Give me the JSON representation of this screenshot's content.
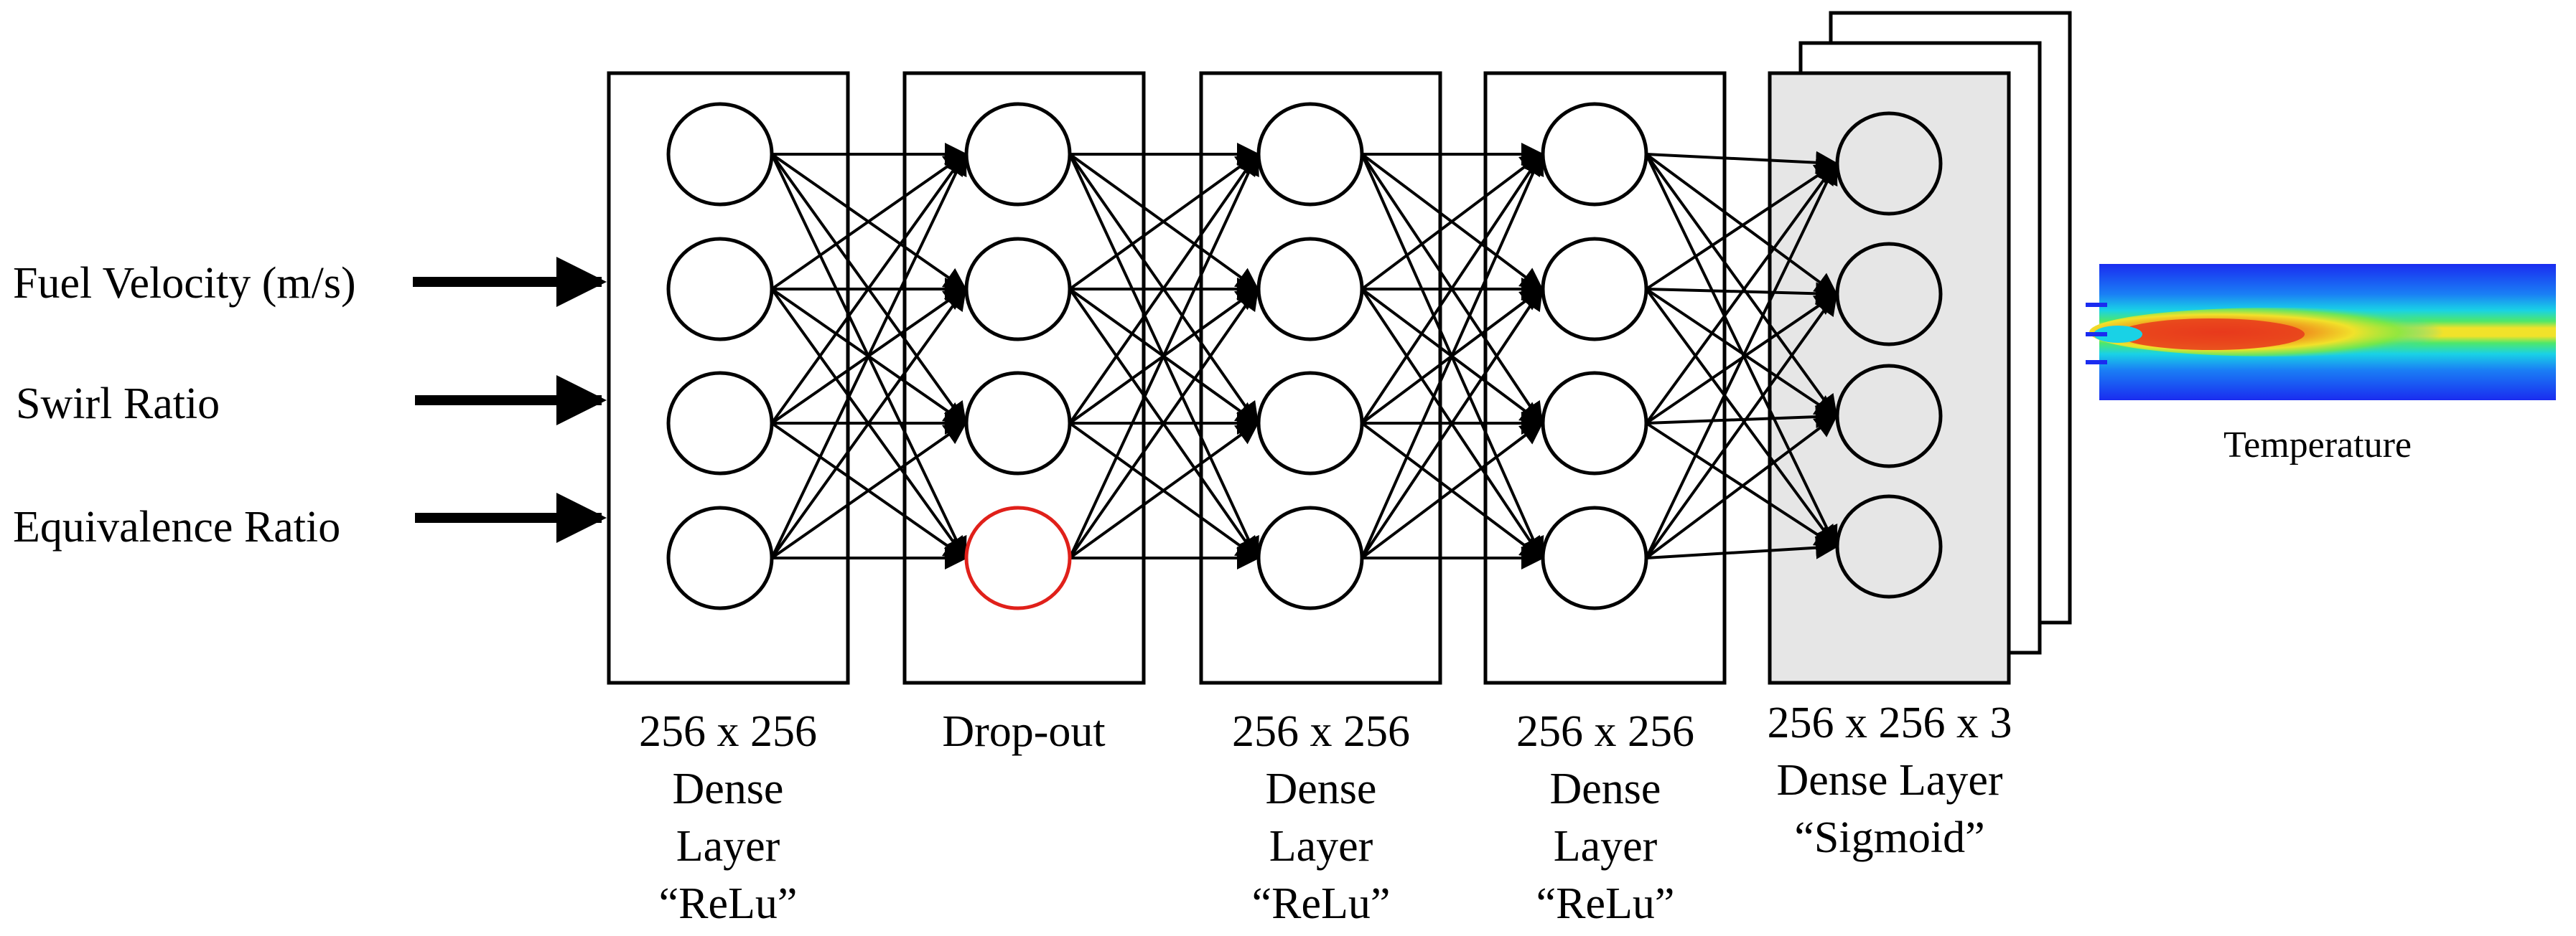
{
  "inputs": [
    {
      "label": "Fuel Velocity (m/s)"
    },
    {
      "label": "Swirl Ratio"
    },
    {
      "label": "Equivalence Ratio"
    }
  ],
  "layers": [
    {
      "caption": [
        "256 x 256",
        "Dense",
        "Layer",
        "“ReLu”"
      ],
      "neurons": 4,
      "dropped": []
    },
    {
      "caption": [
        "Drop-out"
      ],
      "neurons": 4,
      "dropped": [
        3
      ]
    },
    {
      "caption": [
        "256 x 256",
        "Dense",
        "Layer",
        "“ReLu”"
      ],
      "neurons": 4,
      "dropped": []
    },
    {
      "caption": [
        "256 x 256",
        "Dense",
        "Layer",
        "“ReLu”"
      ],
      "neurons": 4,
      "dropped": []
    },
    {
      "caption": [
        "256 x 256 x 3",
        "Dense Layer",
        "“Sigmoid”"
      ],
      "neurons": 4,
      "dropped": [],
      "stacked": 3
    }
  ],
  "output": {
    "label": "Temperature",
    "icon": "temperature-field-icon"
  },
  "colors": {
    "stroke": "#000000",
    "dropped_neuron": "#e0201a",
    "output_layer_fill": "#e6e6e6",
    "field_background": "#1a2cf0",
    "field_core": "#e83a1c"
  }
}
